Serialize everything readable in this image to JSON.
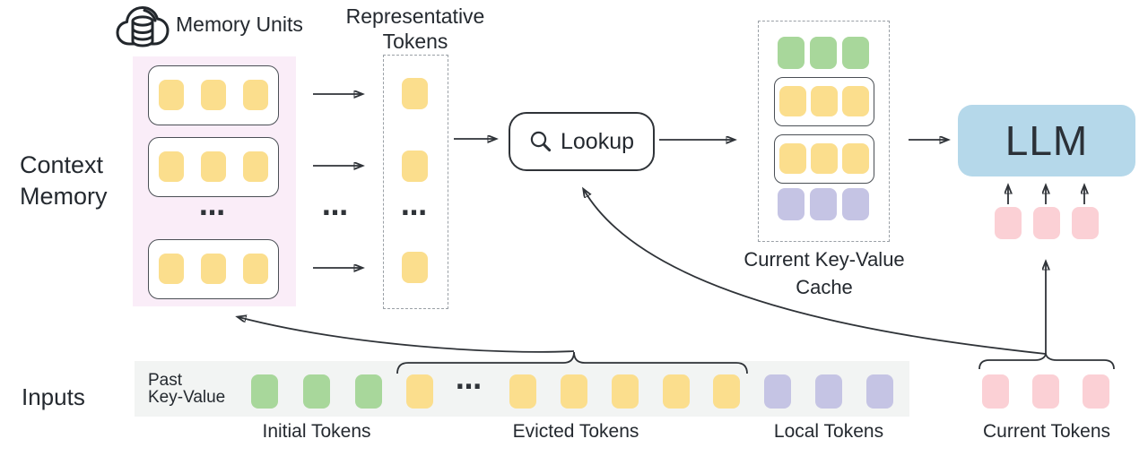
{
  "palette": {
    "token_yellow": "#FBDE8D",
    "token_green": "#A8D79B",
    "token_purple": "#C5C4E4",
    "token_pink": "#FBD0D5",
    "llm_blue": "#B5D8EA",
    "memory_panel_bg": "#FAEDF8",
    "input_strip_bg": "#F2F4F3",
    "line": "#2F3338",
    "text": "#24292F",
    "dashed_border": "#9AA0A6",
    "unit_border": "#4A4F55"
  },
  "left": {
    "context_memory_line1": "Context",
    "context_memory_line2": "Memory",
    "inputs": "Inputs"
  },
  "memory": {
    "title": "Memory Units",
    "ellipsis": "…"
  },
  "representative": {
    "title_line1": "Representative",
    "title_line2": "Tokens",
    "ellipsis": "…"
  },
  "between_ellipsis": "…",
  "lookup": {
    "label": "Lookup",
    "icon": "magnifier"
  },
  "cache": {
    "label_line1": "Current Key-Value",
    "label_line2": "Cache"
  },
  "llm": {
    "label": "LLM"
  },
  "inputs_row": {
    "prefix_line1": "Past",
    "prefix_line2": "Key-Value",
    "ellipsis": "…",
    "groups": [
      {
        "name": "initial",
        "label": "Initial Tokens",
        "color": "token_green",
        "count": 3
      },
      {
        "name": "evicted",
        "label": "Evicted Tokens",
        "color": "token_yellow",
        "count": 6,
        "note": "1 token, ellipsis, then 5 tokens"
      },
      {
        "name": "local",
        "label": "Local Tokens",
        "color": "token_purple",
        "count": 3
      }
    ]
  },
  "current_tokens": {
    "label": "Current Tokens",
    "color": "token_pink",
    "count": 3
  },
  "structure": {
    "memory_units": {
      "shown": 3,
      "tokens_per_unit": 3,
      "token_color": "token_yellow",
      "ellipsis_between": true
    },
    "representative_tokens": {
      "shown": 3,
      "token_color": "token_yellow",
      "ellipsis_between": true
    },
    "cache_rows": [
      {
        "style": "plain",
        "color": "token_green",
        "count": 3
      },
      {
        "style": "boxed",
        "color": "token_yellow",
        "count": 3
      },
      {
        "style": "boxed",
        "color": "token_yellow",
        "count": 3
      },
      {
        "style": "plain",
        "color": "token_purple",
        "count": 3
      }
    ],
    "llm_input_tokens": {
      "color": "token_pink",
      "count": 3
    }
  }
}
